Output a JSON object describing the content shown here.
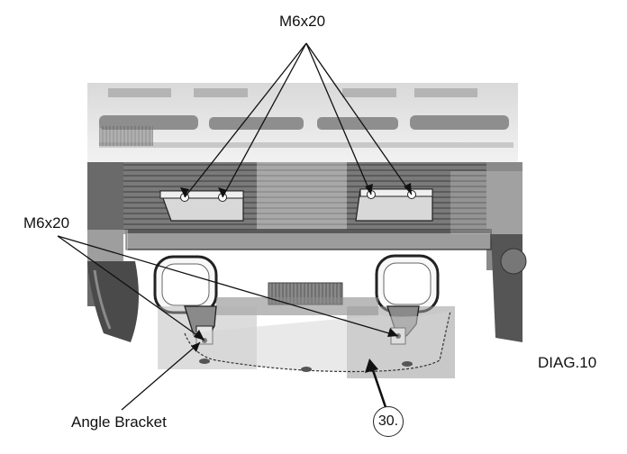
{
  "labels": {
    "top_bolt": "M6x20",
    "left_bolt": "M6x20",
    "angle_bracket": "Angle Bracket",
    "diagram_id": "DIAG.10",
    "part_number": "30."
  },
  "colors": {
    "ink": "#111111",
    "photo_light": "#f2f2f2",
    "photo_mid": "#9a9a9a",
    "photo_dark": "#3a3a3a"
  }
}
